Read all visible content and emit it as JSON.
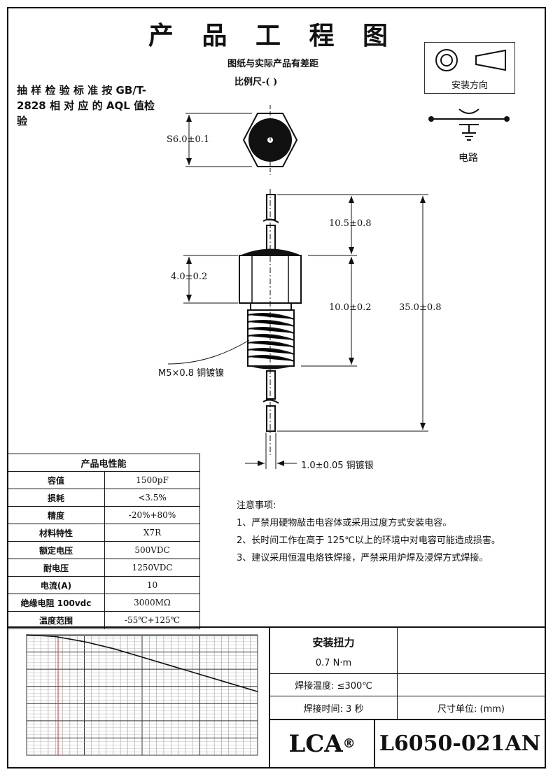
{
  "header": {
    "title": "产 品 工 程 图",
    "subtitle": "图纸与实际产品有差距",
    "scale_label": "比例尺-(          )"
  },
  "aql_note": "抽 样 检 验 标 准 按 GB/T-2828 相 对 应 的 AQL 值检验",
  "install": {
    "label": "安装方向"
  },
  "circuit": {
    "label": "电路"
  },
  "dimensions": {
    "hex": "S6.0±0.1",
    "lead_top": "10.5±0.8",
    "nut_height": "4.0±0.2",
    "thread_len": "10.0±0.2",
    "total_len": "35.0±0.8",
    "thread_spec": "M5×0.8 铜镀镍",
    "lead_dia": "1.0±0.05 铜镀银"
  },
  "spec_table": {
    "title": "产品电性能",
    "rows": [
      {
        "k": "容值",
        "v": "1500pF"
      },
      {
        "k": "损耗",
        "v": "<3.5%"
      },
      {
        "k": "精度",
        "v": "-20%+80%"
      },
      {
        "k": "材料特性",
        "v": "X7R"
      },
      {
        "k": "额定电压",
        "v": "500VDC"
      },
      {
        "k": "耐电压",
        "v": "1250VDC"
      },
      {
        "k": "电流(A)",
        "v": "10"
      },
      {
        "k": "绝缘电阻 100vdc",
        "v": "3000MΩ"
      },
      {
        "k": "温度范围",
        "v": "-55℃+125℃"
      }
    ]
  },
  "notes": {
    "heading": "注意事项:",
    "items": [
      "1、严禁用硬物敲击电容体或采用过度方式安装电容。",
      "2、长时间工作在高于 125℃以上的环境中对电容可能造成损害。",
      "3、建议采用恒温电烙铁焊接，严禁采用炉焊及浸焊方式焊接。"
    ]
  },
  "title_block": {
    "torque_label": "安装扭力",
    "torque_value": "0.7 N·m",
    "solder_temp": "焊接温度: ≤300℃",
    "solder_time": "焊接时间: 3 秒",
    "unit": "尺寸单位: (mm)",
    "brand": "LCA",
    "registered": "®",
    "model": "L6050-021AN"
  },
  "chart_data": {
    "type": "line",
    "series": [
      {
        "values": [
          0,
          -0.5,
          -2,
          -4,
          -6.5,
          -9,
          -11.5,
          -14,
          -16.5
        ]
      }
    ],
    "x": [
      0,
      1,
      2,
      3,
      4,
      5,
      6,
      7,
      8
    ],
    "ylim": [
      -35,
      0
    ],
    "grid": true
  }
}
